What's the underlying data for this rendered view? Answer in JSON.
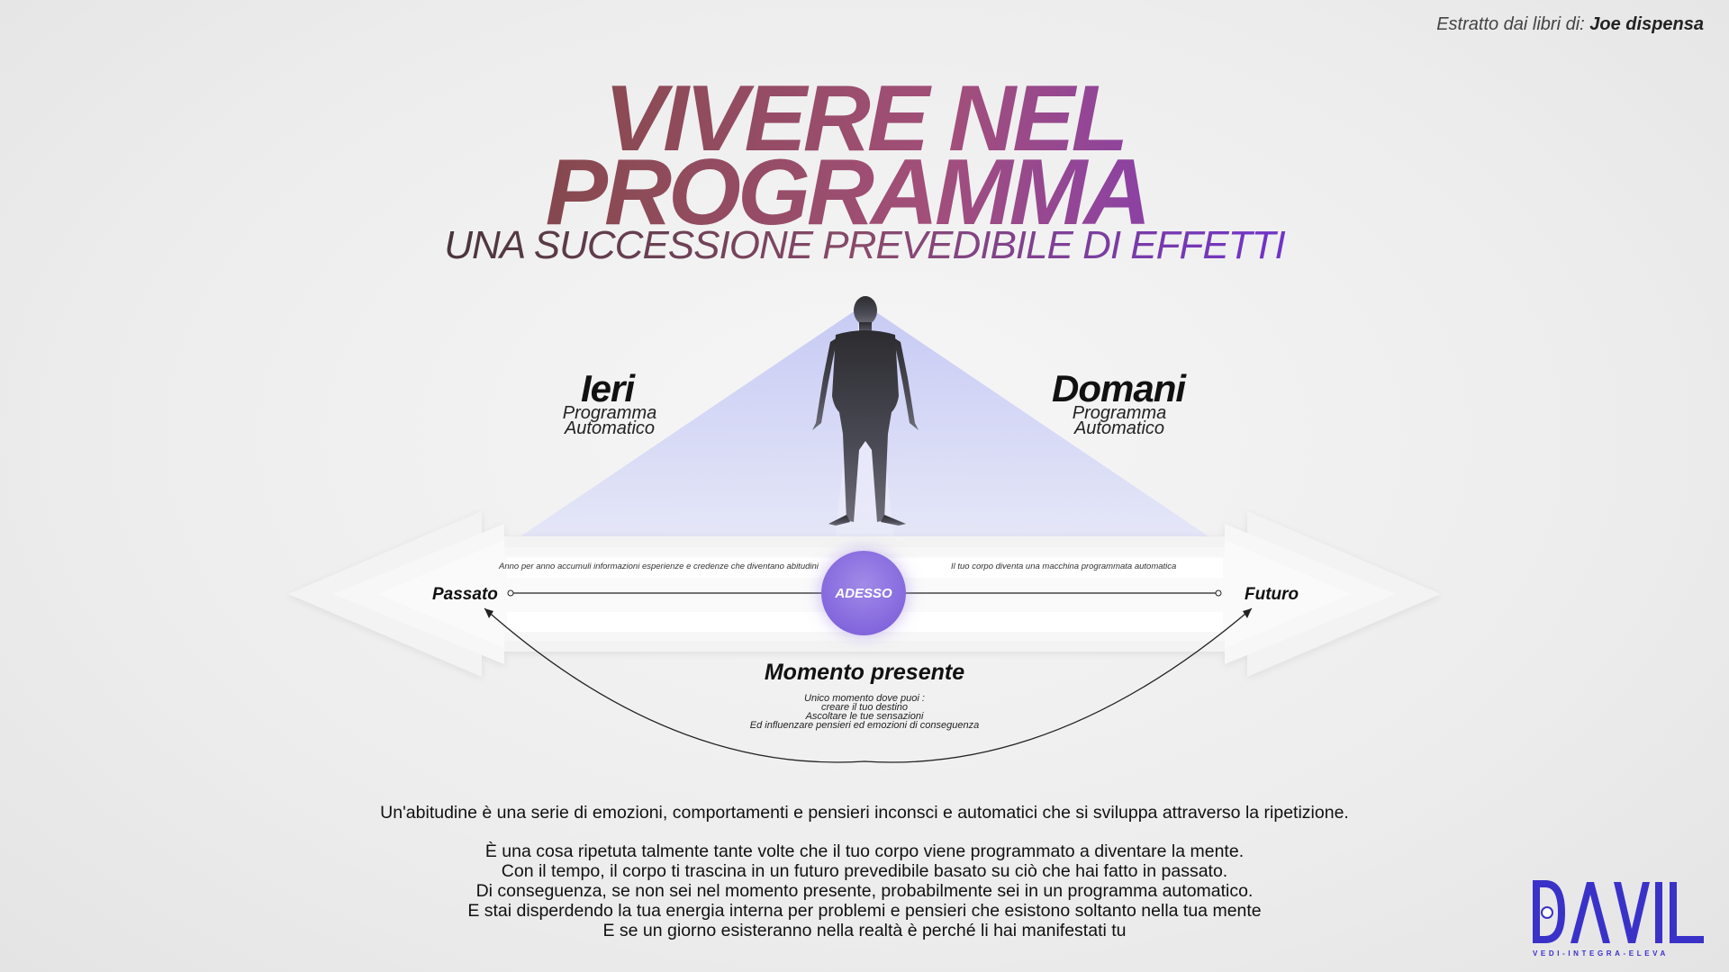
{
  "credit": {
    "prefix": "Estratto dai libri di:",
    "author": "Joe dispensa"
  },
  "title": {
    "line1": "VIVERE NEL",
    "line2": "PROGRAMMA",
    "subtitle": "UNA SUCCESSIONE PREVEDIBILE DI EFFETTI"
  },
  "left": {
    "title": "Ieri",
    "sub1": "Programma",
    "sub2": "Automatico"
  },
  "right": {
    "title": "Domani",
    "sub1": "Programma",
    "sub2": "Automatico"
  },
  "timeline": {
    "left_note": "Anno per anno accumuli informazioni esperienze e credenze che diventano abitudini",
    "right_note": "Il tuo corpo diventa una macchina programmata automatica",
    "past": "Passato",
    "future": "Futuro",
    "now": "ADESSO"
  },
  "present": {
    "title": "Momento presente",
    "lines": [
      "Unico momento  dove puoi :",
      "creare il tuo destino",
      "Ascoltare le tue sensazioni",
      "Ed influenzare pensieri ed emozioni di conseguenza"
    ]
  },
  "body": {
    "intro": "Un'abitudine è una serie di emozioni, comportamenti e pensieri inconsci e automatici che si sviluppa attraverso la ripetizione.",
    "lines": [
      "È una cosa ripetuta talmente tante volte che il tuo corpo viene programmato a diventare la mente.",
      "Con il tempo, il corpo ti trascina in un futuro prevedibile basato su ciò che hai fatto in passato.",
      "Di conseguenza, se non sei nel momento presente, probabilmente sei in un programma automatico.",
      "E stai disperdendo la tua energia interna per problemi e pensieri che esistono soltanto nella tua mente",
      "E se un giorno esisteranno nella realtà è perché li hai manifestati tu"
    ]
  },
  "logo": {
    "mark": "DAVIL",
    "tagline": "VEDI-INTEGRA-ELEVA"
  },
  "colors": {
    "accent": "#7457d2",
    "logo": "#3a32c8",
    "triangle": "#c9cdf5"
  }
}
